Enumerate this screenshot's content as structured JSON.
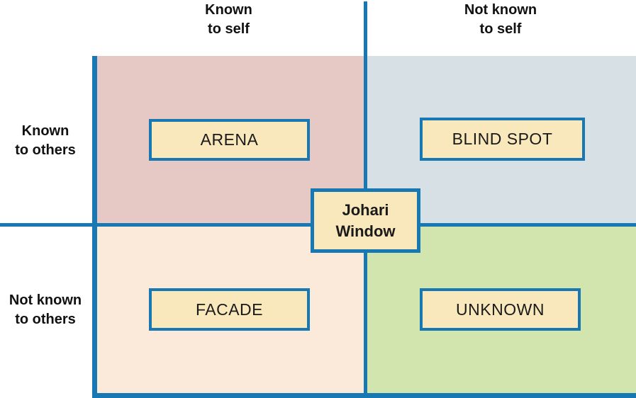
{
  "title": "Johari Window",
  "colors": {
    "line_blue": "#1778b4",
    "box_fill": "#f8e8bb",
    "text": "#111111",
    "quadrant_pink": "#e6c9c4",
    "quadrant_bluegray": "#d7e0e4",
    "quadrant_peach": "#fbe9da",
    "quadrant_green": "#d3e5ae"
  },
  "axis_labels": {
    "top_left": "Known\nto self",
    "top_right": "Not known\nto self",
    "left_top": "Known\nto others",
    "left_bottom": "Not known\nto others"
  },
  "quadrants": [
    {
      "id": "arena",
      "label": "ARENA",
      "color": "#e6c9c4"
    },
    {
      "id": "blind-spot",
      "label": "BLIND SPOT",
      "color": "#d7e0e4"
    },
    {
      "id": "facade",
      "label": "FACADE",
      "color": "#fbe9da"
    },
    {
      "id": "unknown",
      "label": "UNKNOWN",
      "color": "#d3e5ae"
    }
  ],
  "center_label": "Johari\nWindow"
}
